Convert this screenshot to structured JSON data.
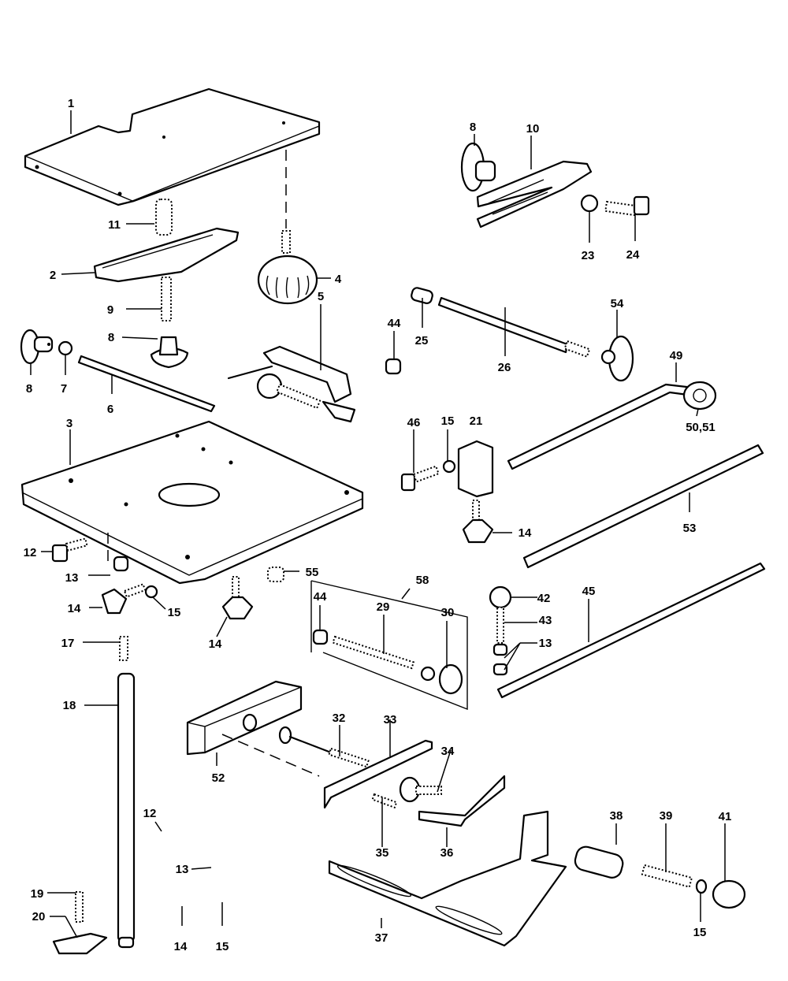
{
  "diagram": {
    "type": "exploded-parts-view",
    "background": "#ffffff",
    "ink": "#000000",
    "callouts": [
      {
        "id": "c1",
        "label": "1",
        "part": "top-plate"
      },
      {
        "id": "c11",
        "label": "11",
        "part": "spring"
      },
      {
        "id": "c2",
        "label": "2",
        "part": "clamp-bar"
      },
      {
        "id": "c4",
        "label": "4",
        "part": "knurled-knob"
      },
      {
        "id": "c9",
        "label": "9",
        "part": "threaded-stud"
      },
      {
        "id": "c8a",
        "label": "8",
        "part": "wing-nut"
      },
      {
        "id": "c8b",
        "label": "8",
        "part": "wing-knob"
      },
      {
        "id": "c7",
        "label": "7",
        "part": "washer"
      },
      {
        "id": "c6",
        "label": "6",
        "part": "rod"
      },
      {
        "id": "c5",
        "label": "5",
        "part": "c-clamp"
      },
      {
        "id": "c8c",
        "label": "8",
        "part": "wing-knob"
      },
      {
        "id": "c10",
        "label": "10",
        "part": "wooden-fork"
      },
      {
        "id": "c23",
        "label": "23",
        "part": "washer"
      },
      {
        "id": "c24",
        "label": "24",
        "part": "hex-bolt"
      },
      {
        "id": "c44a",
        "label": "44",
        "part": "nut"
      },
      {
        "id": "c25",
        "label": "25",
        "part": "bushing"
      },
      {
        "id": "c26",
        "label": "26",
        "part": "shaft"
      },
      {
        "id": "c54",
        "label": "54",
        "part": "wing-knob"
      },
      {
        "id": "c49",
        "label": "49",
        "part": "cranked-rod"
      },
      {
        "id": "c5051",
        "label": "50,51",
        "part": "roller"
      },
      {
        "id": "c3",
        "label": "3",
        "part": "base-plate"
      },
      {
        "id": "c46",
        "label": "46",
        "part": "hex-bolt"
      },
      {
        "id": "c15a",
        "label": "15",
        "part": "washer"
      },
      {
        "id": "c21",
        "label": "21",
        "part": "clamp-block"
      },
      {
        "id": "c14a",
        "label": "14",
        "part": "star-knob"
      },
      {
        "id": "c53",
        "label": "53",
        "part": "rod"
      },
      {
        "id": "c12a",
        "label": "12",
        "part": "hex-bolt"
      },
      {
        "id": "c13a",
        "label": "13",
        "part": "nut"
      },
      {
        "id": "c55",
        "label": "55",
        "part": "spring"
      },
      {
        "id": "c14b",
        "label": "14",
        "part": "star-knob-screw"
      },
      {
        "id": "c15b",
        "label": "15",
        "part": "washer"
      },
      {
        "id": "c14c",
        "label": "14",
        "part": "star-knob"
      },
      {
        "id": "c58",
        "label": "58",
        "part": "screw-kit"
      },
      {
        "id": "c44b",
        "label": "44",
        "part": "nut"
      },
      {
        "id": "c29",
        "label": "29",
        "part": "threaded-rod"
      },
      {
        "id": "c30",
        "label": "30",
        "part": "knob"
      },
      {
        "id": "c42",
        "label": "42",
        "part": "ball-head"
      },
      {
        "id": "c43",
        "label": "43",
        "part": "wood-screw"
      },
      {
        "id": "c13b",
        "label": "13",
        "part": "nuts"
      },
      {
        "id": "c45",
        "label": "45",
        "part": "long-rail"
      },
      {
        "id": "c17",
        "label": "17",
        "part": "screw"
      },
      {
        "id": "c18",
        "label": "18",
        "part": "column"
      },
      {
        "id": "c52",
        "label": "52",
        "part": "wooden-block"
      },
      {
        "id": "c32",
        "label": "32",
        "part": "threaded-rod"
      },
      {
        "id": "c33",
        "label": "33",
        "part": "channel"
      },
      {
        "id": "c34",
        "label": "34",
        "part": "carriage-bolt"
      },
      {
        "id": "c35",
        "label": "35",
        "part": "screw"
      },
      {
        "id": "c36",
        "label": "36",
        "part": "spring-clip"
      },
      {
        "id": "c12b",
        "label": "12",
        "part": "hex-bolt"
      },
      {
        "id": "c13c",
        "label": "13",
        "part": "nut"
      },
      {
        "id": "c19",
        "label": "19",
        "part": "wood-screw"
      },
      {
        "id": "c20",
        "label": "20",
        "part": "bracket"
      },
      {
        "id": "c14d",
        "label": "14",
        "part": "star-knob-screw"
      },
      {
        "id": "c15c",
        "label": "15",
        "part": "washer"
      },
      {
        "id": "c37",
        "label": "37",
        "part": "angle-bracket"
      },
      {
        "id": "c38",
        "label": "38",
        "part": "knurled-sleeve"
      },
      {
        "id": "c39",
        "label": "39",
        "part": "spring"
      },
      {
        "id": "c41",
        "label": "41",
        "part": "end-cap"
      },
      {
        "id": "c15d",
        "label": "15",
        "part": "washer"
      }
    ]
  }
}
